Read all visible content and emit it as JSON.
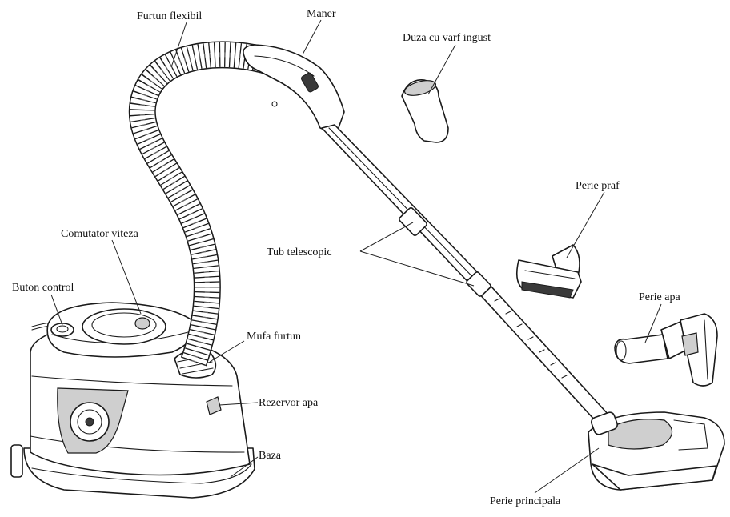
{
  "labels": {
    "furtun_flexibil": "Furtun flexibil",
    "maner": "Maner",
    "duza_cu_varf_ingust": "Duza cu varf ingust",
    "perie_praf": "Perie praf",
    "comutator_viteza": "Comutator viteza",
    "tub_telescopic": "Tub telescopic",
    "buton_control": "Buton control",
    "perie_apa": "Perie apa",
    "mufa_furtun": "Mufa furtun",
    "rezervor_apa": "Rezervor apa",
    "baza": "Baza",
    "perie_principala": "Perie principala"
  }
}
